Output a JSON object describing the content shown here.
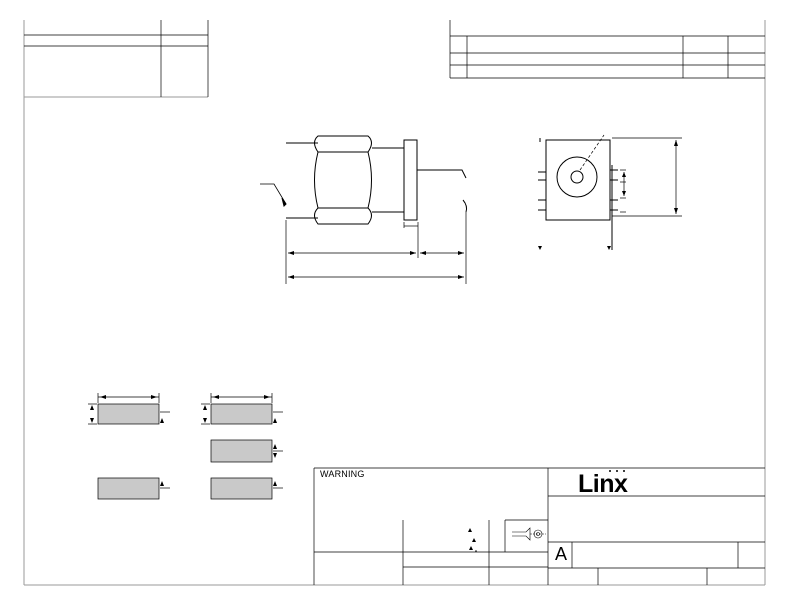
{
  "title_block": {
    "warning_label": "WARNING",
    "company_logo": "Linx",
    "size_letter": "A"
  },
  "colors": {
    "line": "#000000",
    "pad_fill": "#c9c9c9",
    "border": "#9a9a9a"
  }
}
